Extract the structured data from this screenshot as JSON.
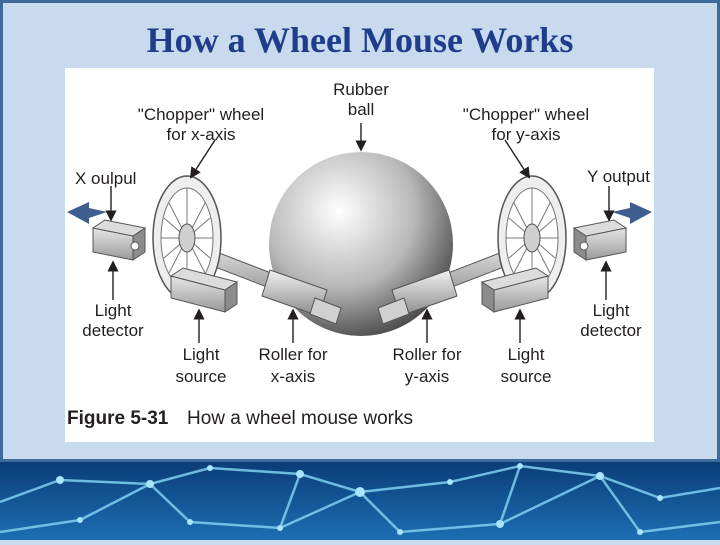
{
  "slide": {
    "title": "How a Wheel Mouse Works"
  },
  "figure": {
    "labels": {
      "rubber_ball_line1": "Rubber",
      "rubber_ball_line2": "ball",
      "chopper_x_line1": "\"Chopper\" wheel",
      "chopper_x_line2": "for x-axis",
      "chopper_y_line1": "\"Chopper\" wheel",
      "chopper_y_line2": "for y-axis",
      "x_output": "X oulpul",
      "y_output": "Y output",
      "light_detector_left_line1": "Light",
      "light_detector_left_line2": "detector",
      "light_detector_right_line1": "Light",
      "light_detector_right_line2": "detector",
      "light_source_left_line1": "Light",
      "light_source_left_line2": "source",
      "light_source_right_line1": "Light",
      "light_source_right_line2": "source",
      "roller_x_line1": "Roller for",
      "roller_x_line2": "x-axis",
      "roller_y_line1": "Roller for",
      "roller_y_line2": "y-axis"
    },
    "caption": {
      "number": "Figure 5-31",
      "text": "How a wheel mouse works"
    }
  },
  "colors": {
    "title": "#1f3d8a",
    "slide_background": "#c7daee",
    "frame_border": "#3d6b9c",
    "arrow": "#3d5f8f"
  }
}
